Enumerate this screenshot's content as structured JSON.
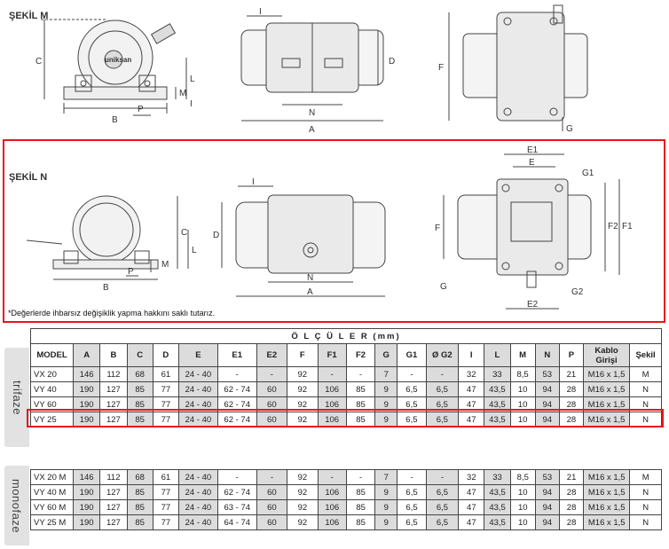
{
  "sections": {
    "sekil_m": "ŞEKİL M",
    "sekil_n": "ŞEKİL N"
  },
  "drawing_labels": {
    "m_front": [
      "C",
      "B",
      "L",
      "M",
      "P",
      "I"
    ],
    "m_side": [
      "I",
      "D",
      "N",
      "A"
    ],
    "m_top": [
      "F",
      "G"
    ],
    "n_front": [
      "C",
      "L",
      "M",
      "P",
      "B"
    ],
    "n_side": [
      "I",
      "D",
      "N",
      "A"
    ],
    "n_top": [
      "E1",
      "E",
      "G1",
      "F",
      "F2",
      "F1",
      "G",
      "G2",
      "E2"
    ]
  },
  "logo_text": "uniksan",
  "note": "*Değerlerde ihbarsız değişiklik yapma hakkını saklı tutarız.",
  "table": {
    "title": "Ö L Ç Ü L E R  (mm)",
    "headers": [
      "MODEL",
      "A",
      "B",
      "C",
      "D",
      "E",
      "E1",
      "E2",
      "F",
      "F1",
      "F2",
      "G",
      "G1",
      "Ø G2",
      "I",
      "L",
      "M",
      "N",
      "P",
      "Kablo Girişi",
      "Şekil"
    ],
    "trifaze_label": "trifaze",
    "monofaze_label": "monofaze",
    "trifaze_rows": [
      [
        "VX 20",
        "146",
        "112",
        "68",
        "61",
        "24 - 40",
        "-",
        "-",
        "92",
        "-",
        "-",
        "7",
        "-",
        "-",
        "32",
        "33",
        "8,5",
        "53",
        "21",
        "M16 x 1,5",
        "M"
      ],
      [
        "VY 40",
        "190",
        "127",
        "85",
        "77",
        "24 - 40",
        "62 - 74",
        "60",
        "92",
        "106",
        "85",
        "9",
        "6,5",
        "6,5",
        "47",
        "43,5",
        "10",
        "94",
        "28",
        "M16 x 1,5",
        "N"
      ],
      [
        "VY 60",
        "190",
        "127",
        "85",
        "77",
        "24 - 40",
        "62 - 74",
        "60",
        "92",
        "106",
        "85",
        "9",
        "6,5",
        "6,5",
        "47",
        "43,5",
        "10",
        "94",
        "28",
        "M16 x 1,5",
        "N"
      ],
      [
        "VY 25",
        "190",
        "127",
        "85",
        "77",
        "24 - 40",
        "62 - 74",
        "60",
        "92",
        "106",
        "85",
        "9",
        "6,5",
        "6,5",
        "47",
        "43,5",
        "10",
        "94",
        "28",
        "M16 x 1,5",
        "N"
      ]
    ],
    "monofaze_rows": [
      [
        "VX 20 M",
        "146",
        "112",
        "68",
        "61",
        "24 - 40",
        "-",
        "-",
        "92",
        "-",
        "-",
        "7",
        "-",
        "-",
        "32",
        "33",
        "8,5",
        "53",
        "21",
        "M16 x 1,5",
        "M"
      ],
      [
        "VY 40 M",
        "190",
        "127",
        "85",
        "77",
        "24 - 40",
        "62 - 74",
        "60",
        "92",
        "106",
        "85",
        "9",
        "6,5",
        "6,5",
        "47",
        "43,5",
        "10",
        "94",
        "28",
        "M16 x 1,5",
        "N"
      ],
      [
        "VY 60 M",
        "190",
        "127",
        "85",
        "77",
        "24 - 40",
        "63 - 74",
        "60",
        "92",
        "106",
        "85",
        "9",
        "6,5",
        "6,5",
        "47",
        "43,5",
        "10",
        "94",
        "28",
        "M16 x 1,5",
        "N"
      ],
      [
        "VY 25 M",
        "190",
        "127",
        "85",
        "77",
        "24 - 40",
        "64 - 74",
        "60",
        "92",
        "106",
        "85",
        "9",
        "6,5",
        "6,5",
        "47",
        "43,5",
        "10",
        "94",
        "28",
        "M16 x 1,5",
        "N"
      ]
    ]
  },
  "colors": {
    "highlight": "#e8151b",
    "shade": "#dcdcdc",
    "tab": "#e2e2e2"
  }
}
